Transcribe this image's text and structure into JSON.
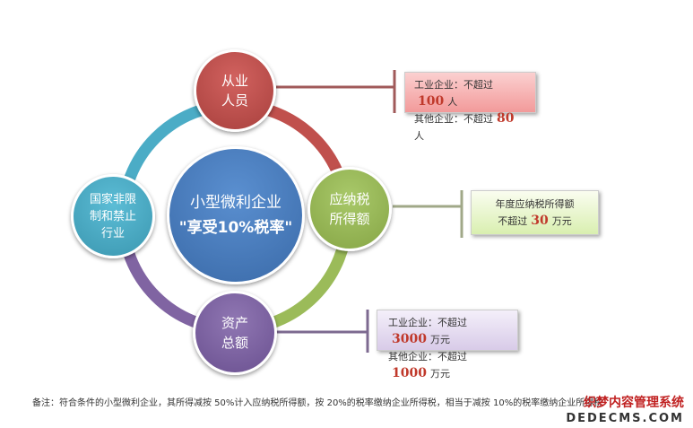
{
  "center": {
    "line1": "小型微利企业",
    "line2": "\"享受10%税率\""
  },
  "nodes": {
    "staff": {
      "line1": "从业",
      "line2": "人员"
    },
    "income": {
      "line1": "应纳税",
      "line2": "所得额"
    },
    "assets": {
      "line1": "资产",
      "line2": "总额"
    },
    "industry": {
      "line1": "国家非限",
      "line2": "制和禁止",
      "line3": "行业"
    }
  },
  "boxes": {
    "staff": {
      "r1_label": "工业企业：不超过",
      "r1_value": "100",
      "r1_unit": "人",
      "r2_label": "其他企业：不超过",
      "r2_value": "80",
      "r2_unit": "人"
    },
    "income": {
      "line1": "年度应纳税所得额",
      "r2_label": "不超过",
      "r2_value": "30",
      "r2_unit": "万元"
    },
    "assets": {
      "r1_label": "工业企业：不超过",
      "r1_value": "3000",
      "r1_unit": "万元",
      "r2_label": "其他企业：不超过",
      "r2_value": "1000",
      "r2_unit": "万元"
    }
  },
  "note": "备注：符合条件的小型微利企业，其所得减按 50%计入应纳税所得额，按 20%的税率缴纳企业所得税，相当于减按 10%的税率缴纳企业所得税",
  "watermark": {
    "line1": "织梦内容管理系统",
    "line2": "DEDECMS.COM"
  },
  "colors": {
    "red": "#c0504d",
    "green": "#9bbb59",
    "purple": "#8064a2",
    "teal": "#4bacc6",
    "blue": "#4f81bd"
  }
}
